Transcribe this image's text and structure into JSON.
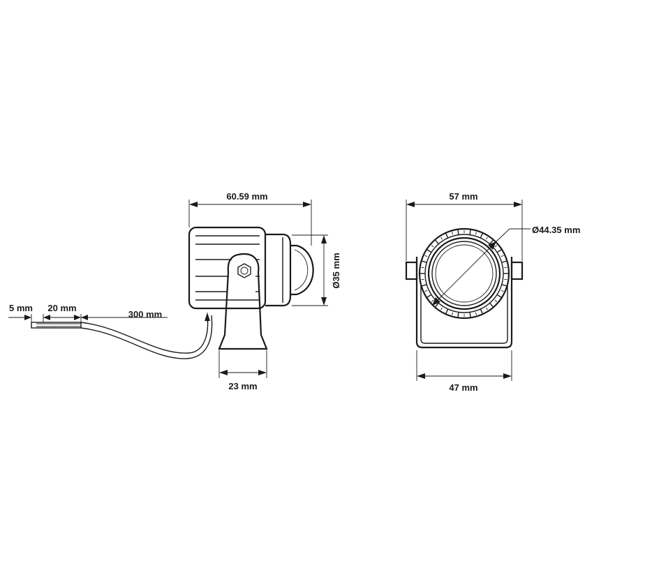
{
  "dimensions": {
    "side_length": "60.59 mm",
    "side_diameter": "Ø35 mm",
    "bracket_width": "23 mm",
    "wire_strip": "5 mm",
    "wire_tinned": "20 mm",
    "cable_length": "300 mm",
    "front_width": "57 mm",
    "front_lens_diameter": "Ø44.35 mm",
    "front_base_width": "47 mm"
  },
  "colors": {
    "line": "#1a1a1a",
    "background": "#ffffff"
  }
}
